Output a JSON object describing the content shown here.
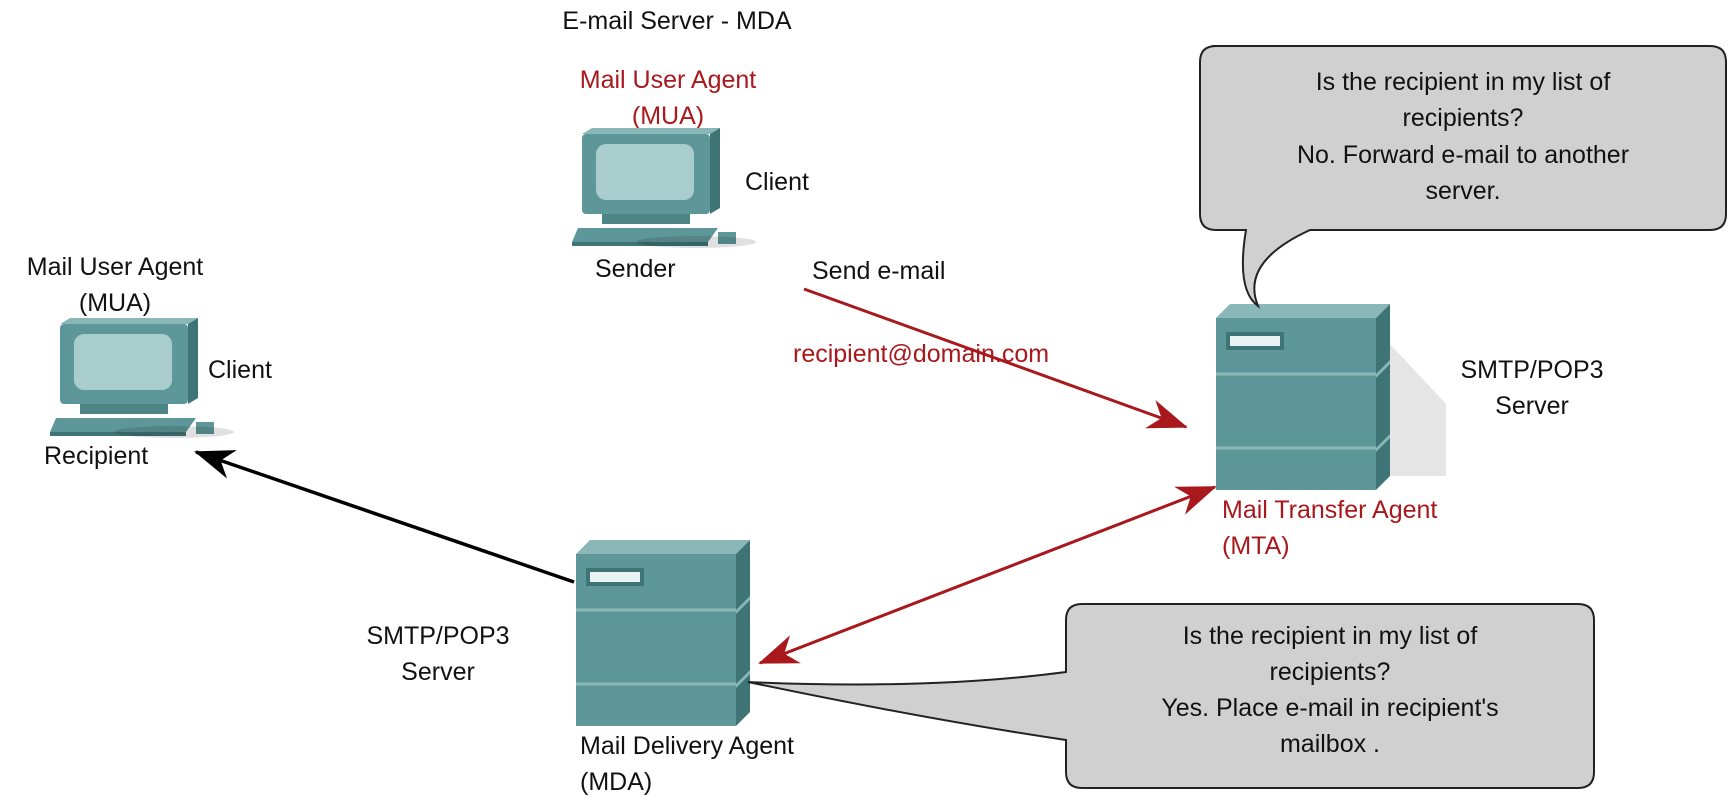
{
  "title": "E-mail Server - MDA",
  "colors": {
    "device_face": "#5e9799",
    "device_side": "#3f7476",
    "device_top": "#8ab8b9",
    "screen": "#a9cccc",
    "accent_red": "#a8181c",
    "bubble_fill": "#d0d0d0",
    "arrow_black": "#000000"
  },
  "sender": {
    "agent_line1": "Mail User Agent",
    "agent_line2": "(MUA)",
    "role": "Client",
    "name": "Sender",
    "icon": "computer-icon"
  },
  "recipient": {
    "agent_line1": "Mail User Agent",
    "agent_line2": "(MUA)",
    "role": "Client",
    "name": "Recipient",
    "icon": "computer-icon"
  },
  "mta": {
    "proto_line1": "SMTP/POP3",
    "proto_line2": "Server",
    "agent_line1": "Mail Transfer Agent",
    "agent_line2": "(MTA)",
    "icon": "server-icon"
  },
  "mda": {
    "proto_line1": "SMTP/POP3",
    "proto_line2": "Server",
    "agent_line1": "Mail Delivery Agent",
    "agent_line2": "(MDA)",
    "icon": "server-icon"
  },
  "send_arrow": {
    "label": "Send e-mail",
    "address": "recipient@domain.com"
  },
  "bubble_mta": {
    "line1": "Is the recipient in my list of",
    "line2": "recipients?",
    "line3": "No. Forward e-mail to another",
    "line4": "server."
  },
  "bubble_mda": {
    "line1": "Is the recipient in my list of",
    "line2": "recipients?",
    "line3": "Yes. Place e-mail in recipient's",
    "line4": "mailbox ."
  }
}
